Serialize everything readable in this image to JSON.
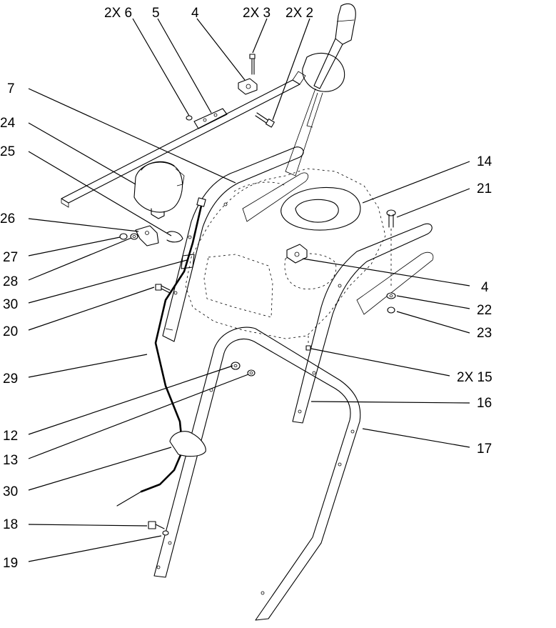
{
  "callouts": [
    {
      "id": "c-2x6",
      "text": "2X 6"
    },
    {
      "id": "c-5",
      "text": "5"
    },
    {
      "id": "c-4a",
      "text": "4"
    },
    {
      "id": "c-2x3",
      "text": "2X 3"
    },
    {
      "id": "c-2x2",
      "text": "2X 2"
    },
    {
      "id": "c-7",
      "text": "7"
    },
    {
      "id": "c-24",
      "text": "24"
    },
    {
      "id": "c-25",
      "text": "25"
    },
    {
      "id": "c-26",
      "text": "26"
    },
    {
      "id": "c-27",
      "text": "27"
    },
    {
      "id": "c-28",
      "text": "28"
    },
    {
      "id": "c-30a",
      "text": "30"
    },
    {
      "id": "c-20",
      "text": "20"
    },
    {
      "id": "c-29",
      "text": "29"
    },
    {
      "id": "c-12",
      "text": "12"
    },
    {
      "id": "c-13",
      "text": "13"
    },
    {
      "id": "c-30b",
      "text": "30"
    },
    {
      "id": "c-18",
      "text": "18"
    },
    {
      "id": "c-19",
      "text": "19"
    },
    {
      "id": "c-14",
      "text": "14"
    },
    {
      "id": "c-21",
      "text": "21"
    },
    {
      "id": "c-4b",
      "text": "4"
    },
    {
      "id": "c-22",
      "text": "22"
    },
    {
      "id": "c-23",
      "text": "23"
    },
    {
      "id": "c-2x15",
      "text": "2X 15"
    },
    {
      "id": "c-16",
      "text": "16"
    },
    {
      "id": "c-17",
      "text": "17"
    }
  ]
}
